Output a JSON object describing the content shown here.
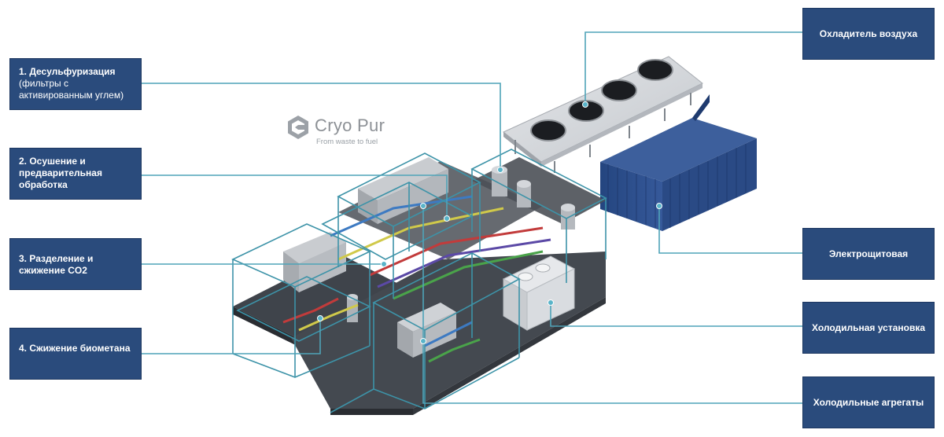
{
  "left_labels": [
    {
      "title": "1. Десульфуризация",
      "sub": "(фильтры с активированным углем)"
    },
    {
      "title": "2. Осушение и предварительная обработка",
      "sub": ""
    },
    {
      "title": "3. Разделение и сжижение CO2",
      "sub": ""
    },
    {
      "title": "4. Сжижение биометана",
      "sub": ""
    }
  ],
  "right_labels": [
    {
      "title": "Охладитель воздуха"
    },
    {
      "title": "Электрощитовая"
    },
    {
      "title": "Холодильная установка"
    },
    {
      "title": "Холодильные агрегаты"
    }
  ],
  "brand": {
    "name": "Cryo Pur",
    "tagline": "From waste to fuel",
    "icon": "cryopur-logo-icon"
  },
  "colors": {
    "label_fill": "#2a4b7c",
    "leader_line": "#4fa3b8",
    "frame": "#3d93a8",
    "floor": "#4a4f56",
    "container_blue": "#2f4f8a",
    "cooler_gray": "#d2d5d9"
  }
}
